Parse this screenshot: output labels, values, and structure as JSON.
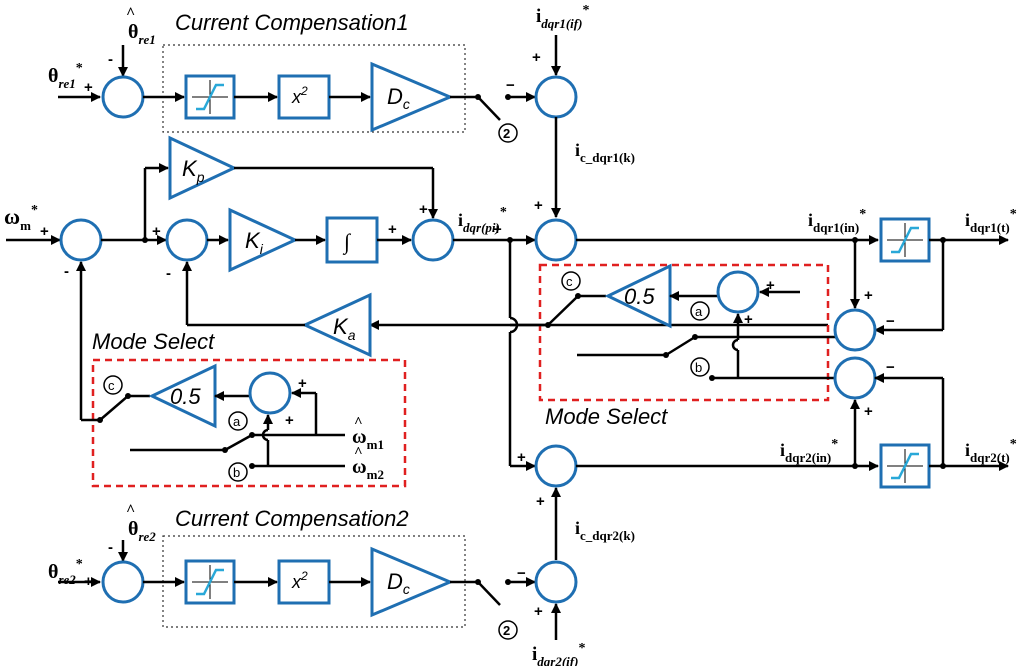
{
  "titles": {
    "cc1": "Current Compensation1",
    "cc2": "Current Compensation2",
    "mode1": "Mode Select",
    "mode2": "Mode Select"
  },
  "signals": {
    "theta_re1_star": "θ",
    "theta_re1_sub": "re1",
    "theta_re1_hat_sub": "re1",
    "theta_re2_sub": "re2",
    "theta_re2_hat_sub": "re2",
    "omega_m": "ω",
    "omega_m_sub": "m",
    "omega_m1_sub": "m1",
    "omega_m2_sub": "m2",
    "i_dqr1_if": "i",
    "i_dqr1_if_sub": "dqr1(if)",
    "i_dqr2_if_sub": "dqr2(if)",
    "i_c_dqr1_k": "i",
    "i_c_dqr1_k_sub": "c_dqr1(k)",
    "i_c_dqr2_k_sub": "c_dqr2(k)",
    "i_dqr_pi_sub": "dqr(pi)",
    "i_dqr1_in_sub": "dqr1(in)",
    "i_dqr2_in_sub": "dqr2(in)",
    "i_dqr1_t_sub": "dqr1(t)",
    "i_dqr2_t_sub": "dqr2(t)",
    "star": "*"
  },
  "blocks": {
    "x2": "x",
    "x2_sup": "2",
    "dc": "D",
    "dc_sub": "c",
    "kp": "K",
    "kp_sub": "p",
    "ki": "K",
    "ki_sub": "i",
    "ka": "K",
    "ka_sub": "a",
    "integrator": "∫",
    "half": "0.5"
  },
  "switch_labels": {
    "two": "2",
    "a": "a",
    "b": "b",
    "c": "c"
  },
  "signs": {
    "plus": "+",
    "minus": "−",
    "minus_short": "-"
  },
  "colors": {
    "block_stroke": "#1f6fb2",
    "saturation_fill": "#29a8d8",
    "mode_select_border": "#e02020"
  }
}
